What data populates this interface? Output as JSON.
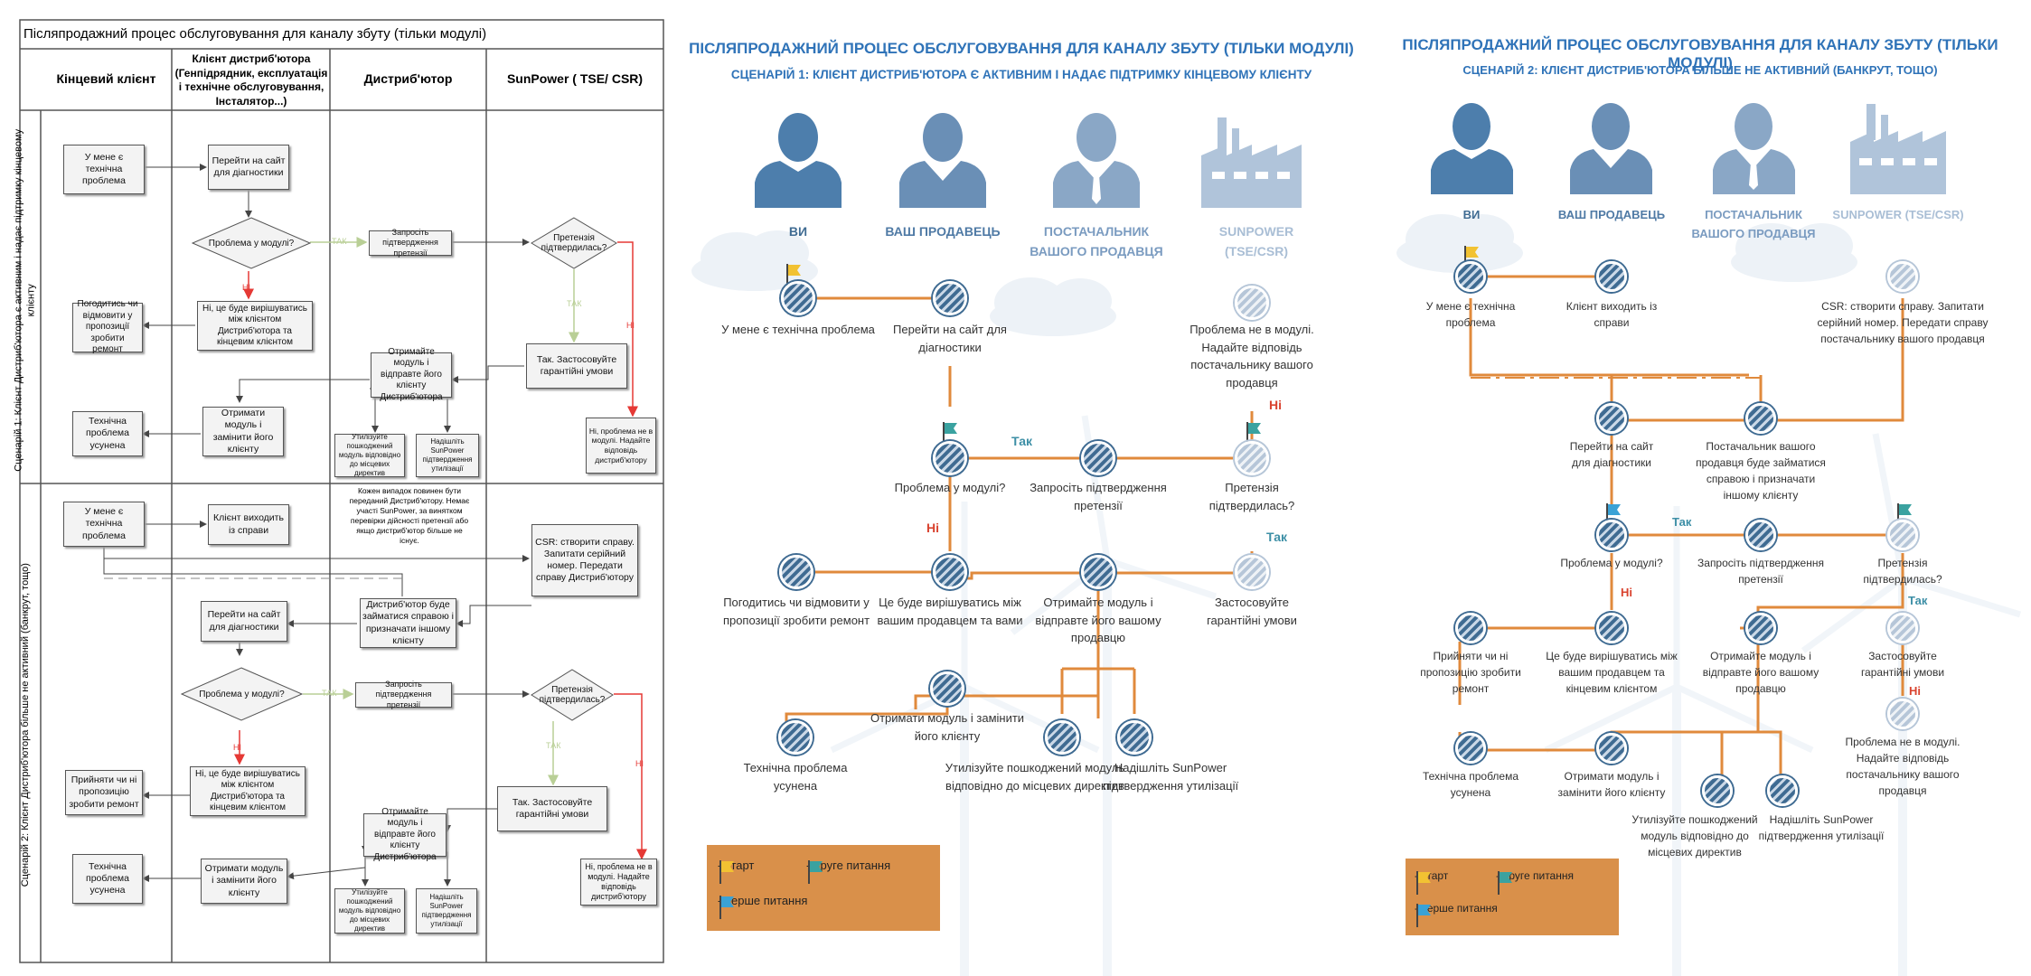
{
  "flowchart": {
    "title": "Післяпродажний процес обслуговування для каналу збуту (тільки модулі)",
    "columns": [
      "Кінцевий клієнт",
      "Клієнт дистриб'ютора (Генпідрядник, експлуатація і технічне обслуговування, Інсталятор...)",
      "Дистриб'ютор",
      "SunPower ( TSE/ CSR)"
    ],
    "lane1": "Сценарій 1: Клієнт Дистриб'ютора є активним і надає підтримку кінцевому клієнту",
    "lane2": "Сценарій 2: Клієнт Дистриб'ютора більше не активний (банкрут, тощо)",
    "s1": {
      "problem": "У мене є технічна проблема",
      "visit": "Перейти на сайт для діагностики",
      "module_q": "Проблема у модулі?",
      "agree": "Погодитись чи відмовити у пропозиції зробити ремонт",
      "resolve": "Ні, це буде вирішуватись між клієнтом Дистриб'ютора та кінцевим клієнтом",
      "request": "Запросіть підтвердження претензії",
      "claim_q": "Претензія підтвердилась?",
      "apply": "Так. Застосовуйте гарантійні умови",
      "get_send": "Отримайте модуль і відправте його клієнту Дистриб'ютора",
      "get_replace": "Отримати модуль і замінити його клієнту",
      "resolved": "Технічна проблема усунена",
      "dispose": "Утилізуйте пошкоджений модуль відповідно до місцевих директив",
      "send_sp": "Надішліть SunPower підтвердження утилізації",
      "not_module": "Ні, проблема не в модулі. Надайте відповідь дистриб'ютору"
    },
    "s2": {
      "problem": "У мене є технічна проблема",
      "leaves": "Клієнт виходить із справи",
      "note": "Кожен випадок повинен бути переданий Дистриб'ютору. Немає участі SunPower, за винятком перевірки дійсності претензії або якщо дистриб'ютор більше не існує.",
      "csr": "CSR: створити справу. Запитати серійний номер. Передати справу Дистриб'ютору",
      "visit": "Перейти на сайт для діагностики",
      "dist_handle": "Дистриб'ютор буде займатися справою і призначати іншому клієнту",
      "module_q": "Проблема у модулі?",
      "request": "Запросіть підтвердження претензії",
      "claim_q": "Претензія підтвердилась?",
      "accept": "Прийняти чи ні пропозицію зробити ремонт",
      "resolve": "Ні, це буде вирішуватись між клієнтом Дистриб'ютора та кінцевим клієнтом",
      "apply": "Так. Застосовуйте гарантійні умови",
      "get_send": "Отримайте модуль і відправте його клієнту Дистриб'ютора",
      "get_replace": "Отримати модуль і замінити його клієнту",
      "resolved": "Технічна проблема усунена",
      "dispose": "Утилізуйте пошкоджений модуль відповідно до місцевих директив",
      "send_sp": "Надішліть SunPower підтвердження утилізації",
      "not_module": "Ні, проблема не в модулі. Надайте відповідь дистриб'ютору"
    },
    "yes": "ТАК",
    "no": "НІ"
  },
  "scenario1": {
    "title": "Післяпродажний процес обслуговування для каналу збуту (тільки модулі)",
    "subtitle": "Сценарій 1: клієнт дистриб'ютора є активним і надає підтримку кінцевому клієнту",
    "roles": [
      "ВИ",
      "ВАШ ПРОДАВЕЦЬ",
      "ПОСТАЧАЛЬНИК ВАШОГО ПРОДАВЦЯ",
      "SUNPOWER (TSE/CSR)"
    ],
    "nodes": {
      "problem": "У мене є технічна проблема",
      "visit": "Перейти на сайт для діагностики",
      "not_module": "Проблема не в модулі. Надайте відповідь постачальнику вашого продавця",
      "module_q": "Проблема у модулі?",
      "request": "Запросіть підтвердження претензії",
      "claim_q": "Претензія підтвердилась?",
      "agree": "Погодитись чи відмовити у пропозиції зробити ремонт",
      "resolve": "Це буде вирішуватись між вашим продавцем та вами",
      "get_send": "Отримайте модуль і відправте його вашому продавцю",
      "apply": "Застосовуйте гарантійні умови",
      "get_replace": "Отримати модуль і замінити його клієнту",
      "resolved": "Технічна проблема усунена",
      "dispose": "Утилізуйте пошкоджений модуль відповідно до місцевих директив",
      "send_sp": "Надішліть SunPower підтвердження утилізації"
    },
    "yes": "Так",
    "no": "Ні",
    "legend": {
      "start": "- старт",
      "second": "- друге питання",
      "first": "- перше питання"
    }
  },
  "scenario2": {
    "title": "Післяпродажний процес обслуговування для каналу збуту (тільки модулі)",
    "subtitle": "Сценарій 2: клієнт дистриб'ютора більше не активний (банкрут, тощо)",
    "roles": [
      "ВИ",
      "ВАШ ПРОДАВЕЦЬ",
      "ПОСТАЧАЛЬНИК ВАШОГО ПРОДАВЦЯ",
      "SUNPOWER (TSE/CSR)"
    ],
    "nodes": {
      "problem": "У мене є технічна проблема",
      "leaves": "Клієнт виходить із справи",
      "csr": "CSR: створити справу. Запитати серійний номер. Передати справу постачальнику вашого продавця",
      "visit": "Перейти на сайт для діагностики",
      "supplier": "Постачальник вашого продавця буде займатися справою і призначати іншому клієнту",
      "module_q": "Проблема у модулі?",
      "request": "Запросіть підтвердження претензії",
      "claim_q": "Претензія підтвердилась?",
      "accept": "Прийняти чи ні пропозицію зробити ремонт",
      "resolve": "Це буде вирішуватись між вашим продавцем та кінцевим клієнтом",
      "get_send": "Отримайте модуль і відправте його вашому продавцю",
      "apply": "Застосовуйте гарантійні умови",
      "not_module": "Проблема не в модулі. Надайте відповідь постачальнику вашого продавця",
      "resolved": "Технічна проблема усунена",
      "get_replace": "Отримати модуль і замінити його клієнту",
      "dispose": "Утилізуйте пошкоджений модуль відповідно до місцевих директив",
      "send_sp": "Надішліть SunPower підтвердження утилізації"
    },
    "yes": "Так",
    "no": "Ні",
    "legend": {
      "start": "- старт",
      "second": "- друге питання",
      "first": "- перше питання"
    }
  },
  "colors": {
    "accent_blue": "#2f73b8",
    "line_orange": "#e08a3c",
    "legend_bg": "#d9904a",
    "no_red": "#d9432f",
    "yes_teal": "#3d8fa6",
    "flow_red": "#e53935",
    "flow_green": "#b9cf96"
  }
}
